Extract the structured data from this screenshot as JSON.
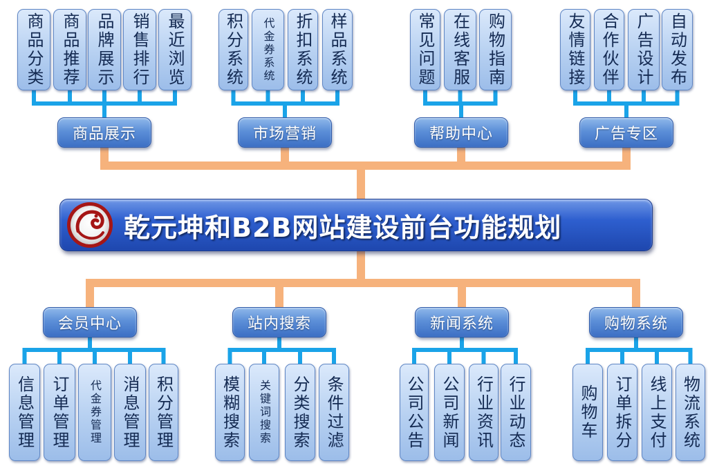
{
  "title": "乾元坤和B2B网站建设前台功能规划",
  "colors": {
    "connector_blue": "#1aa3e8",
    "connector_orange": "#f6b27c",
    "leaf_fill": "#b6d0f1",
    "category_fill": "#4f82d2",
    "title_fill": "#2e5fcf"
  },
  "top": [
    {
      "label": "商品展示",
      "items": [
        "商品分类",
        "商品推荐",
        "品牌展示",
        "销售排行",
        "最近浏览"
      ]
    },
    {
      "label": "市场营销",
      "items": [
        "积分系统",
        "代金券系统",
        "折扣系统",
        "样品系统"
      ]
    },
    {
      "label": "帮助中心",
      "items": [
        "常见问题",
        "在线客服",
        "购物指南"
      ]
    },
    {
      "label": "广告专区",
      "items": [
        "友情链接",
        "合作伙伴",
        "广告设计",
        "自动发布"
      ]
    }
  ],
  "bottom": [
    {
      "label": "会员中心",
      "items": [
        "信息管理",
        "订单管理",
        "代金券管理",
        "消息管理",
        "积分管理"
      ]
    },
    {
      "label": "站内搜索",
      "items": [
        "模糊搜索",
        "关键词搜索",
        "分类搜索",
        "条件过滤"
      ]
    },
    {
      "label": "新闻系统",
      "items": [
        "公司公告",
        "公司新闻",
        "行业资讯",
        "行业动态"
      ]
    },
    {
      "label": "购物系统",
      "items": [
        "购物车",
        "订单拆分",
        "线上支付",
        "物流系统"
      ]
    }
  ]
}
